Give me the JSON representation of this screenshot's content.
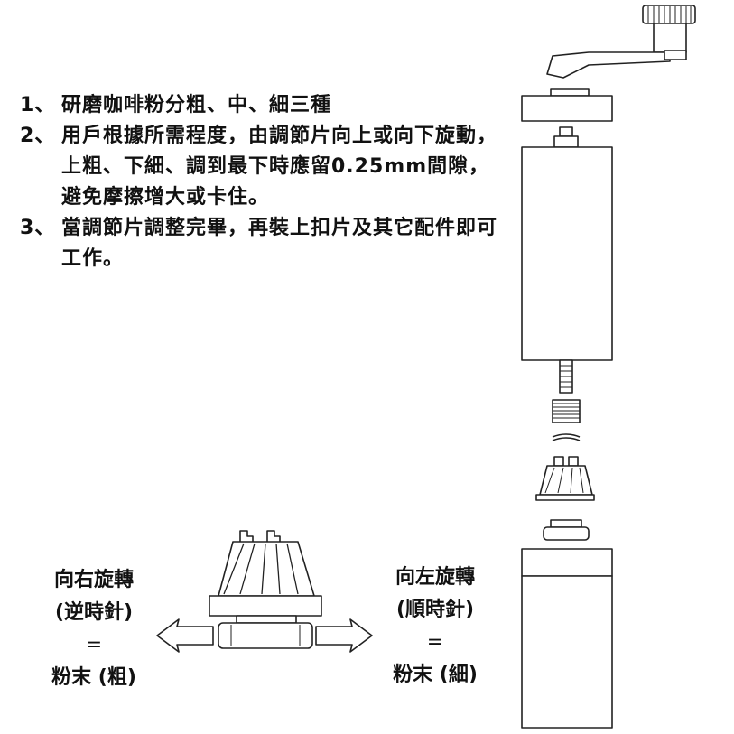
{
  "instructions": [
    {
      "num": "1、",
      "text": "研磨咖啡粉分粗、中、細三種"
    },
    {
      "num": "2、",
      "text": "用戶根據所需程度，由調節片向上或向下旋動，上粗、下細、調到最下時應留0.25mm間隙，避免摩擦增大或卡住。"
    },
    {
      "num": "3、",
      "text": "當調節片調整完畢，再裝上扣片及其它配件即可工作。"
    }
  ],
  "left_caption": {
    "line1": "向右旋轉",
    "line2": "(逆時針)",
    "eq": "=",
    "line3": "粉末 (粗)"
  },
  "right_caption": {
    "line1": "向左旋轉",
    "line2": "(順時針)",
    "eq": "=",
    "line3": "粉末 (細)"
  }
}
